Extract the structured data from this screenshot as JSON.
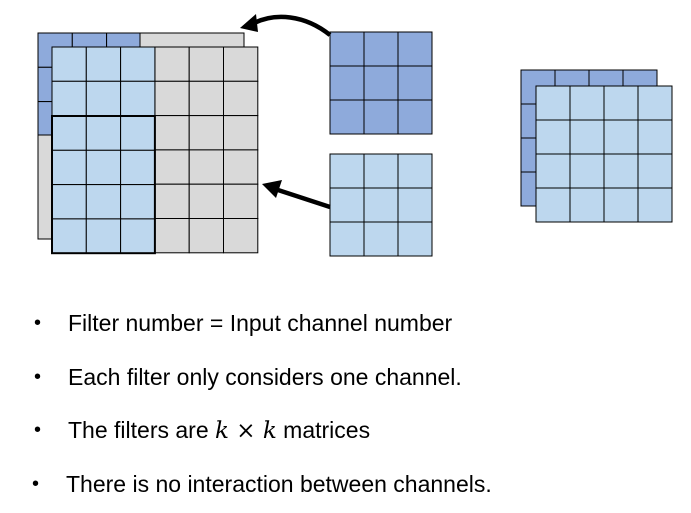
{
  "colors": {
    "dark_blue": "#8EAADB",
    "light_blue": "#BDD7EE",
    "gray": "#D9D9D9",
    "grid_line": "#000000",
    "arrow": "#000000"
  },
  "diagram": {
    "input_stack": {
      "back_layer": "blue",
      "front_layer": "gray",
      "grid": [
        6,
        6
      ]
    },
    "filters": [
      {
        "name": "filter-dark",
        "color": "dark_blue",
        "grid": [
          3,
          3
        ]
      },
      {
        "name": "filter-light",
        "color": "light_blue",
        "grid": [
          3,
          3
        ]
      }
    ],
    "output_stack": {
      "layers": [
        "dark_blue",
        "light_blue"
      ],
      "grid": [
        4,
        4
      ]
    }
  },
  "bullets": [
    {
      "text": "Filter number = Input channel number"
    },
    {
      "prefix": "The filters are ",
      "math_k1": "k",
      "math_times": "×",
      "math_k2": "k",
      "suffix": " matrices"
    }
  ],
  "bullet_list": [
    "Filter number = Input channel number",
    "Each filter only considers one channel.",
    "The filters are k × k matrices",
    "There is no interaction between channels."
  ],
  "bullet_symbol": "•"
}
